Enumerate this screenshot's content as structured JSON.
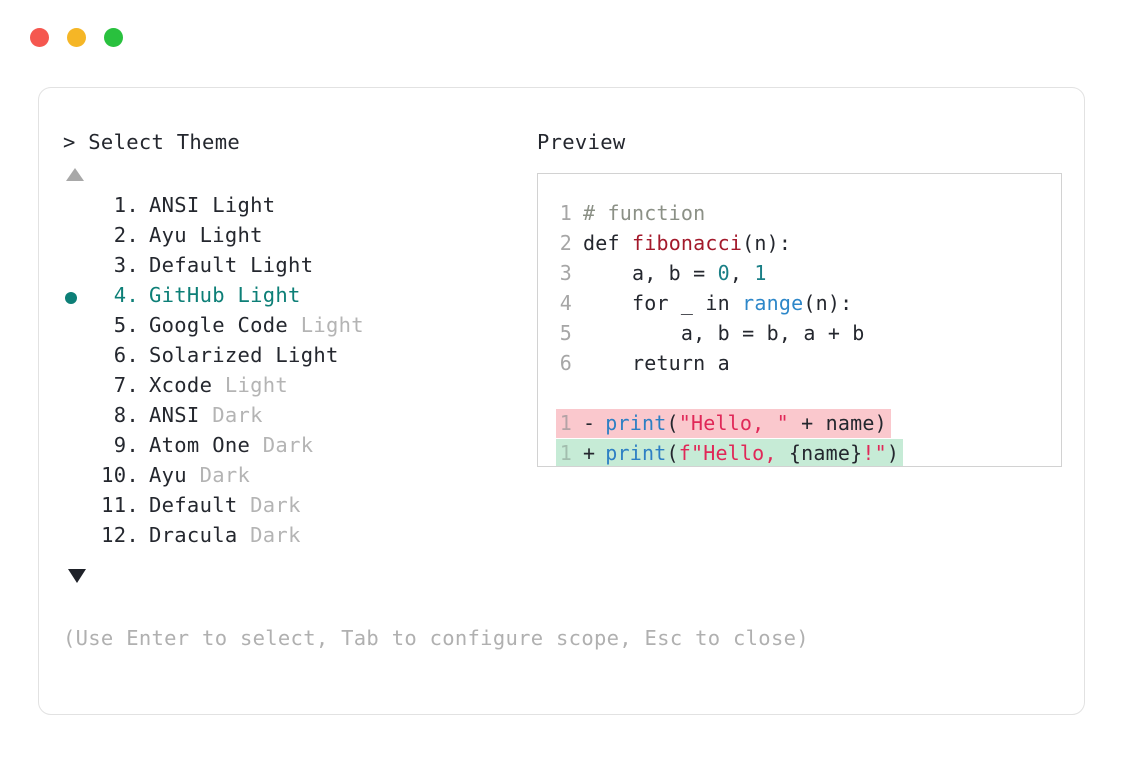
{
  "window": {
    "traffic_lights": [
      {
        "name": "close",
        "color": "#f5574f"
      },
      {
        "name": "minimize",
        "color": "#f5b626"
      },
      {
        "name": "maximize",
        "color": "#29c13e"
      }
    ]
  },
  "selector": {
    "header": "> Select Theme",
    "scroll_up_icon": "triangle-up-icon",
    "scroll_down_icon": "triangle-down-icon",
    "selected_index": 4,
    "accent_color": "#0d7f77",
    "items": [
      {
        "index": " 1.",
        "name": "ANSI Light",
        "variant": "",
        "variant_muted": false,
        "selected": false
      },
      {
        "index": " 2.",
        "name": "Ayu Light",
        "variant": "",
        "variant_muted": false,
        "selected": false
      },
      {
        "index": " 3.",
        "name": "Default Light",
        "variant": "",
        "variant_muted": false,
        "selected": false
      },
      {
        "index": " 4.",
        "name": "GitHub Light",
        "variant": "",
        "variant_muted": false,
        "selected": true
      },
      {
        "index": " 5.",
        "name": "Google Code",
        "variant": "Light",
        "variant_muted": true,
        "selected": false
      },
      {
        "index": " 6.",
        "name": "Solarized Light",
        "variant": "",
        "variant_muted": false,
        "selected": false
      },
      {
        "index": " 7.",
        "name": "Xcode",
        "variant": "Light",
        "variant_muted": true,
        "selected": false
      },
      {
        "index": " 8.",
        "name": "ANSI",
        "variant": "Dark",
        "variant_muted": true,
        "selected": false
      },
      {
        "index": " 9.",
        "name": "Atom One",
        "variant": "Dark",
        "variant_muted": true,
        "selected": false
      },
      {
        "index": "10.",
        "name": "Ayu",
        "variant": "Dark",
        "variant_muted": true,
        "selected": false
      },
      {
        "index": "11.",
        "name": "Default",
        "variant": "Dark",
        "variant_muted": true,
        "selected": false
      },
      {
        "index": "12.",
        "name": "Dracula",
        "variant": "Dark",
        "variant_muted": true,
        "selected": false
      }
    ],
    "hint": "(Use Enter to select, Tab to configure scope, Esc to close)"
  },
  "preview": {
    "label": "Preview",
    "code_lines": [
      {
        "ln": "1",
        "tokens": [
          {
            "t": "# function",
            "c": "comment"
          }
        ]
      },
      {
        "ln": "2",
        "tokens": [
          {
            "t": "def ",
            "c": "plain"
          },
          {
            "t": "fibonacci",
            "c": "func"
          },
          {
            "t": "(n):",
            "c": "plain"
          }
        ]
      },
      {
        "ln": "3",
        "tokens": [
          {
            "t": "    a, b = ",
            "c": "plain"
          },
          {
            "t": "0",
            "c": "num"
          },
          {
            "t": ", ",
            "c": "plain"
          },
          {
            "t": "1",
            "c": "num"
          }
        ]
      },
      {
        "ln": "4",
        "tokens": [
          {
            "t": "    for _ in ",
            "c": "plain"
          },
          {
            "t": "range",
            "c": "builtin"
          },
          {
            "t": "(n):",
            "c": "plain"
          }
        ]
      },
      {
        "ln": "5",
        "tokens": [
          {
            "t": "        a, b = b, a + b",
            "c": "plain"
          }
        ]
      },
      {
        "ln": "6",
        "tokens": [
          {
            "t": "    return a",
            "c": "plain"
          }
        ]
      }
    ],
    "diff_lines": [
      {
        "ln": "1",
        "sign": "-",
        "kind": "minus",
        "bg": "#fac8cd",
        "tokens": [
          {
            "t": "print",
            "c": "print"
          },
          {
            "t": "(",
            "c": "plain"
          },
          {
            "t": "\"Hello, \"",
            "c": "str"
          },
          {
            "t": " + name)",
            "c": "plain"
          }
        ]
      },
      {
        "ln": "1",
        "sign": "+",
        "kind": "plus",
        "bg": "#c6ebd6",
        "tokens": [
          {
            "t": "print",
            "c": "print"
          },
          {
            "t": "(",
            "c": "plain"
          },
          {
            "t": "f\"Hello, ",
            "c": "str"
          },
          {
            "t": "{name}",
            "c": "plain"
          },
          {
            "t": "!\"",
            "c": "str"
          },
          {
            "t": ")",
            "c": "plain"
          }
        ]
      }
    ]
  }
}
